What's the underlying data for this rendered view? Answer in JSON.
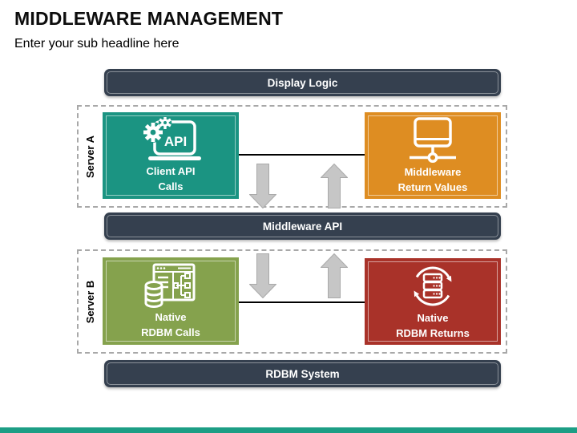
{
  "header": {
    "title": "MIDDLEWARE MANAGEMENT",
    "subtitle": "Enter your sub headline here"
  },
  "bars": {
    "display_logic": "Display Logic",
    "middleware_api": "Middleware API",
    "rdbm_system": "RDBM System"
  },
  "sections": {
    "server_a": {
      "label": "Server A",
      "left_box": {
        "line1": "Client API",
        "line2": "Calls",
        "icon": "api-laptop-icon",
        "icon_text": "API",
        "color": "#1B9482"
      },
      "right_box": {
        "line1": "Middleware",
        "line2": "Return Values",
        "icon": "monitor-network-icon",
        "color": "#DE8D22"
      }
    },
    "server_b": {
      "label": "Server B",
      "left_box": {
        "line1": "Native",
        "line2": "RDBM Calls",
        "icon": "database-window-icon",
        "color": "#85A24D"
      },
      "right_box": {
        "line1": "Native",
        "line2": "RDBM Returns",
        "icon": "server-refresh-icon",
        "color": "#A93229"
      }
    }
  },
  "colors": {
    "teal": "#1B9482",
    "orange": "#DE8D22",
    "olive": "#85A24D",
    "red": "#A93229",
    "slate": "#35404F",
    "arrow": "#C6C6C6",
    "dashed": "#A8A8A8",
    "accent": "#1D9E85",
    "line": "#000000"
  }
}
